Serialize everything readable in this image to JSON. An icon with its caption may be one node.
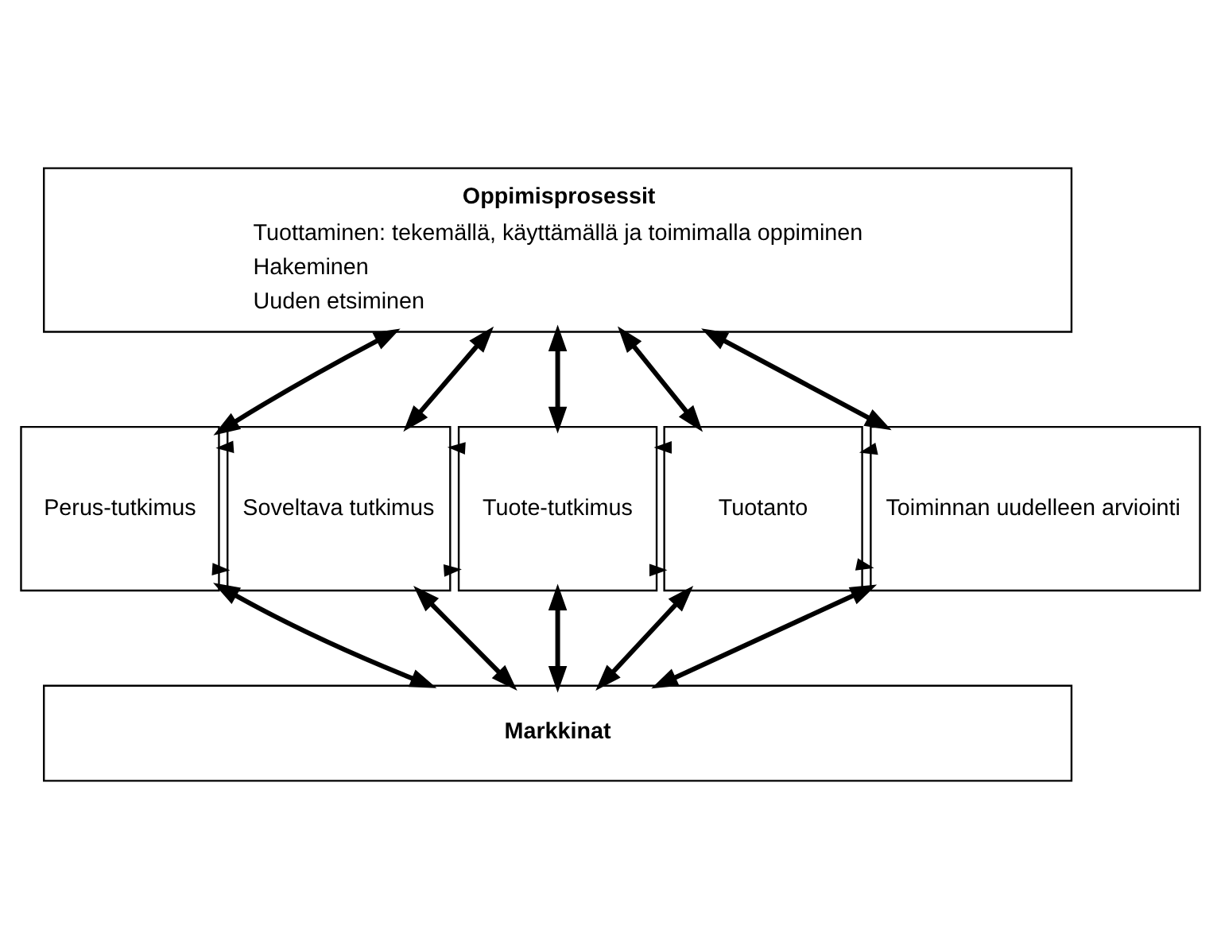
{
  "diagram": {
    "nodes": [
      {
        "text": [
          "Oppimisprosessit",
          "Tuottaminen: tekemällä, käyttämällä ja toimimalla oppiminen",
          "Hakeminen",
          "Uuden etsiminen"
        ]
      },
      {
        "text": [
          "Perus-tutkimus"
        ]
      },
      {
        "text": [
          "Soveltava tutkimus"
        ]
      },
      {
        "text": [
          "Tuote-tutkimus"
        ]
      },
      {
        "text": [
          "Tuotanto"
        ]
      },
      {
        "text": [
          "Toiminnan uudelleen arviointi"
        ]
      },
      {
        "text": [
          "Markkinat"
        ]
      }
    ],
    "edges": [
      {
        "from": 0,
        "to": 1,
        "arrow": "both"
      },
      {
        "from": 0,
        "to": 2,
        "arrow": "both"
      },
      {
        "from": 0,
        "to": 3,
        "arrow": "both"
      },
      {
        "from": 0,
        "to": 4,
        "arrow": "both"
      },
      {
        "from": 0,
        "to": 5,
        "arrow": "both"
      },
      {
        "from": 1,
        "to": 2,
        "arrow": "to"
      },
      {
        "from": 2,
        "to": 1,
        "arrow": "to"
      },
      {
        "from": 2,
        "to": 3,
        "arrow": "to"
      },
      {
        "from": 3,
        "to": 2,
        "arrow": "to"
      },
      {
        "from": 3,
        "to": 4,
        "arrow": "to"
      },
      {
        "from": 4,
        "to": 3,
        "arrow": "to"
      },
      {
        "from": 4,
        "to": 5,
        "arrow": "to"
      },
      {
        "from": 5,
        "to": 4,
        "arrow": "to"
      },
      {
        "from": 1,
        "to": 6,
        "arrow": "both"
      },
      {
        "from": 2,
        "to": 6,
        "arrow": "both"
      },
      {
        "from": 3,
        "to": 6,
        "arrow": "both"
      },
      {
        "from": 4,
        "to": 6,
        "arrow": "both"
      },
      {
        "from": 5,
        "to": 6,
        "arrow": "both"
      }
    ]
  }
}
